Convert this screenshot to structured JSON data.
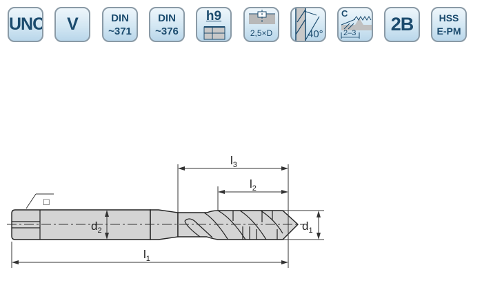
{
  "badges": [
    {
      "id": "unc",
      "label": "UNC"
    },
    {
      "id": "v",
      "label": "V"
    },
    {
      "id": "din371",
      "line1": "DIN",
      "line2": "~371"
    },
    {
      "id": "din376",
      "line1": "DIN",
      "line2": "~376"
    },
    {
      "id": "h9",
      "label": "h9",
      "icon": "shank-tolerance-icon"
    },
    {
      "id": "depth",
      "label": "2,5×D",
      "icon": "thread-depth-icon"
    },
    {
      "id": "helix",
      "label": "40°",
      "icon": "helix-angle-icon"
    },
    {
      "id": "chamfer",
      "label": "C",
      "sublabel": "2–3",
      "icon": "chamfer-form-icon"
    },
    {
      "id": "tol",
      "label": "2B"
    },
    {
      "id": "material",
      "line1": "HSS",
      "line2": "E-PM"
    }
  ],
  "drawing": {
    "square_symbol": "□",
    "dims": {
      "d1": {
        "main": "d",
        "sub": "1"
      },
      "d2": {
        "main": "d",
        "sub": "2"
      },
      "l1": {
        "main": "l",
        "sub": "1"
      },
      "l2": {
        "main": "l",
        "sub": "2"
      },
      "l3": {
        "main": "l",
        "sub": "3"
      }
    }
  },
  "colors": {
    "badge_text": "#1b4b6e",
    "badge_border": "#8a9aa6",
    "tool_fill": "#d4d4d4",
    "line": "#222222"
  }
}
